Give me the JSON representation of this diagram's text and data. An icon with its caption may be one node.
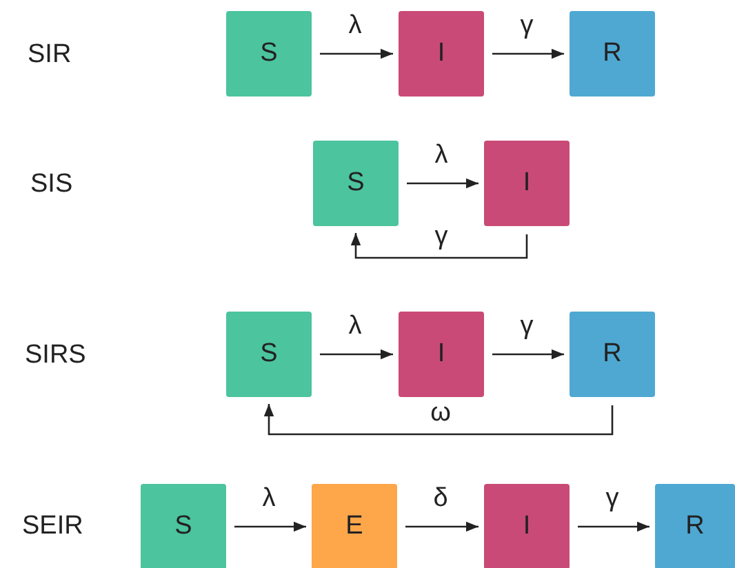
{
  "diagram": {
    "nodes": [
      {
        "text": [
          "S"
        ]
      },
      {
        "text": [
          "I"
        ]
      },
      {
        "text": [
          "R"
        ]
      },
      {
        "text": [
          "S"
        ]
      },
      {
        "text": [
          "I"
        ]
      },
      {
        "text": [
          "S"
        ]
      },
      {
        "text": [
          "I"
        ]
      },
      {
        "text": [
          "R"
        ]
      },
      {
        "text": [
          "S"
        ]
      },
      {
        "text": [
          "E"
        ]
      },
      {
        "text": [
          "I"
        ]
      },
      {
        "text": [
          "R"
        ]
      }
    ],
    "edges": [
      {
        "from": 0,
        "to": 1,
        "arrow": "to",
        "label": "λ"
      },
      {
        "from": 1,
        "to": 2,
        "arrow": "to",
        "label": "γ"
      },
      {
        "from": 3,
        "to": 4,
        "arrow": "to",
        "label": "λ"
      },
      {
        "from": 4,
        "to": 3,
        "arrow": "to",
        "label": "γ"
      },
      {
        "from": 5,
        "to": 6,
        "arrow": "to",
        "label": "λ"
      },
      {
        "from": 6,
        "to": 7,
        "arrow": "to",
        "label": "γ"
      },
      {
        "from": 7,
        "to": 5,
        "arrow": "to",
        "label": "ω"
      },
      {
        "from": 8,
        "to": 9,
        "arrow": "to",
        "label": "λ"
      },
      {
        "from": 9,
        "to": 10,
        "arrow": "to",
        "label": "δ"
      },
      {
        "from": 10,
        "to": 11,
        "arrow": "to",
        "label": "γ"
      }
    ],
    "labels": [
      "SIR",
      "SIS",
      "SIRS",
      "SEIR"
    ]
  }
}
